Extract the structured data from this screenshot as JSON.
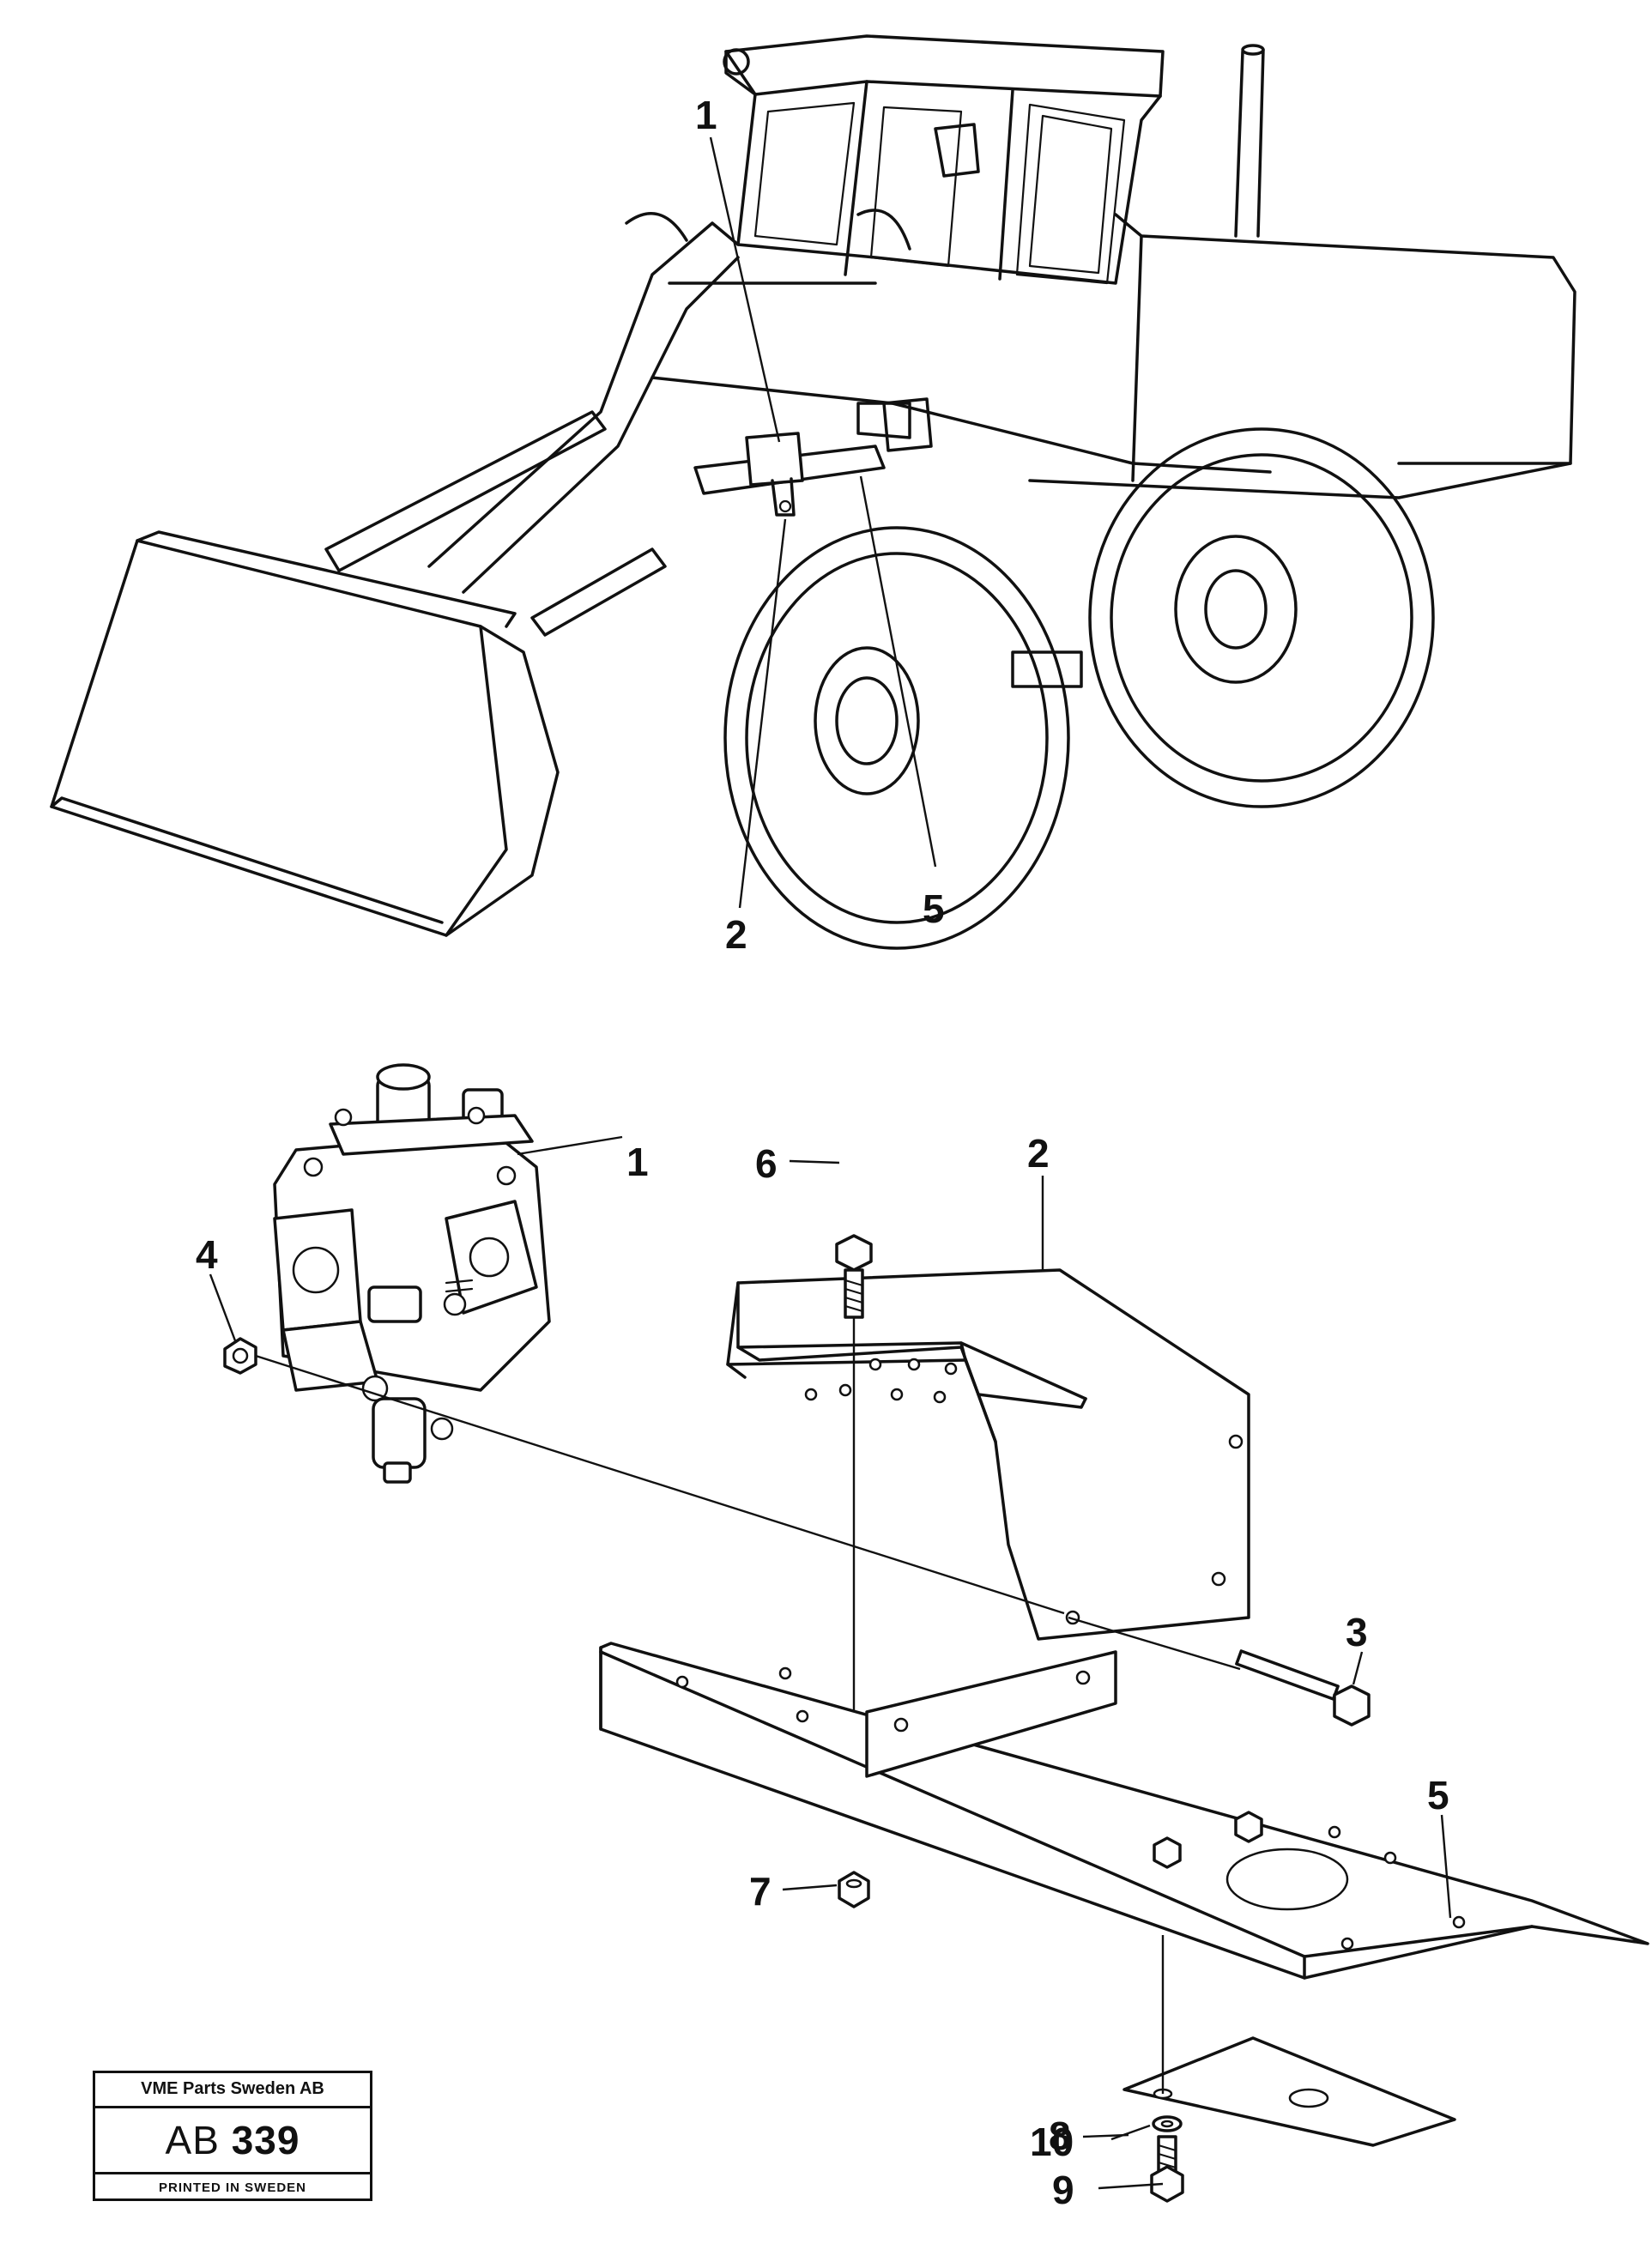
{
  "diagram": {
    "overview_callouts": [
      "1",
      "2",
      "5"
    ],
    "detail_callouts": [
      "1",
      "2",
      "3",
      "4",
      "5",
      "6",
      "7",
      "8",
      "9",
      "10"
    ]
  },
  "stamp": {
    "company": "VME Parts Sweden AB",
    "code_prefix": "AB",
    "code_number": "339",
    "printed": "PRINTED IN SWEDEN"
  }
}
